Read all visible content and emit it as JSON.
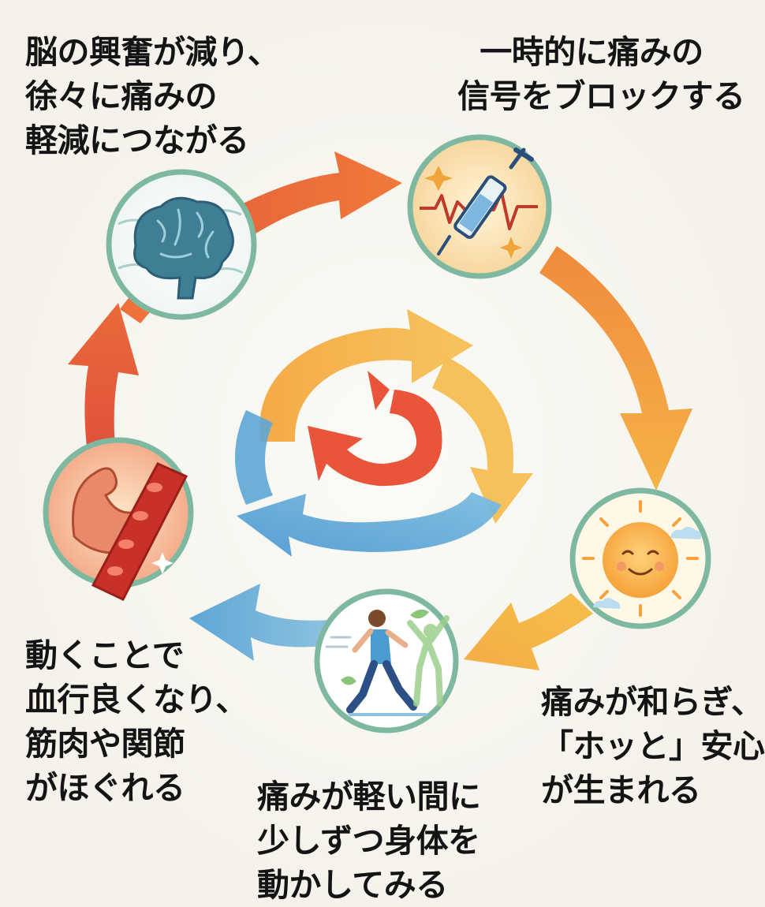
{
  "captions": {
    "brain": [
      "脳の興奮が減り、",
      "徐々に痛みの",
      "軽減につながる"
    ],
    "injection": [
      "一時的に痛みの",
      "信号をブロックする"
    ],
    "muscle": [
      "動くことで",
      "血行良くなり、",
      "筋肉や関節",
      "がほぐれる"
    ],
    "relief": [
      "痛みが和らぎ、",
      "「ホッと」安心感",
      "が生まれる"
    ],
    "exercise": [
      "痛みが軽い間に",
      "少しずつ身体を",
      "動かしてみる"
    ]
  },
  "icons": {
    "brain": "brain-icon",
    "injection": "syringe-icon",
    "relief": "smiling-sun-icon",
    "exercise": "walking-person-icon",
    "muscle": "muscle-blood-vessel-icon"
  },
  "colors": {
    "background": "#f8f7f2",
    "arrow_red": "#e8553a",
    "arrow_orange": "#f08a3c",
    "arrow_yellow": "#f4b54a",
    "arrow_blue": "#6fb2dc",
    "circle_ring": "#7fb8a0",
    "text": "#141414"
  }
}
